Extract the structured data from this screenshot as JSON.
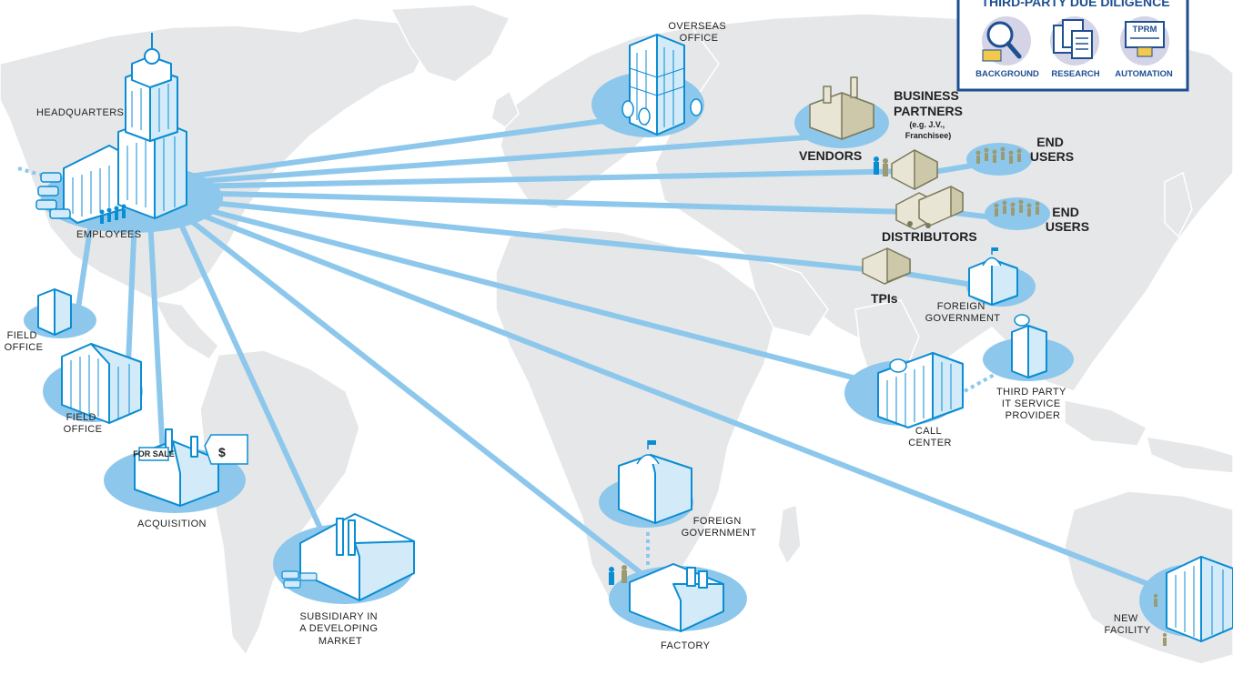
{
  "nodes": {
    "headquarters": "HEADQUARTERS",
    "employees": "EMPLOYEES",
    "overseas_office": [
      "OVERSEAS",
      "OFFICE"
    ],
    "vendors": "VENDORS",
    "business_partners": [
      "BUSINESS",
      "PARTNERS"
    ],
    "business_partners_note": [
      "(e.g. J.V.,",
      "Franchisee)"
    ],
    "end_users_1": [
      "END",
      "USERS"
    ],
    "end_users_2": [
      "END",
      "USERS"
    ],
    "distributors": "DISTRIBUTORS",
    "tpis": "TPIs",
    "foreign_government_1": [
      "FOREIGN",
      "GOVERNMENT"
    ],
    "third_party_it": [
      "THIRD PARTY",
      "IT SERVICE",
      "PROVIDER"
    ],
    "call_center": [
      "CALL",
      "CENTER"
    ],
    "field_office_1": [
      "FIELD",
      "OFFICE"
    ],
    "field_office_2": [
      "FIELD",
      "OFFICE"
    ],
    "acquisition": "ACQUISITION",
    "acquisition_sign": "FOR SALE",
    "acquisition_tag": "$",
    "subsidiary": [
      "SUBSIDIARY IN",
      "A DEVELOPING",
      "MARKET"
    ],
    "foreign_government_2": [
      "FOREIGN",
      "GOVERNMENT"
    ],
    "factory": "FACTORY",
    "new_facility": [
      "NEW",
      "FACILITY"
    ]
  },
  "panel": {
    "title": "THIRD-PARTY DUE DILIGENCE",
    "items": [
      {
        "label": "BACKGROUND",
        "icon": "magnifier-icon"
      },
      {
        "label": "RESEARCH",
        "icon": "documents-icon"
      },
      {
        "label": "AUTOMATION",
        "icon": "tprm-computer-icon"
      }
    ],
    "tprm_screen": "TPRM"
  },
  "colors": {
    "link": "#8dc8ec",
    "building_stroke": "#0b8dd4",
    "land": "#e6e7e8",
    "panel_border": "#1d4f91"
  }
}
